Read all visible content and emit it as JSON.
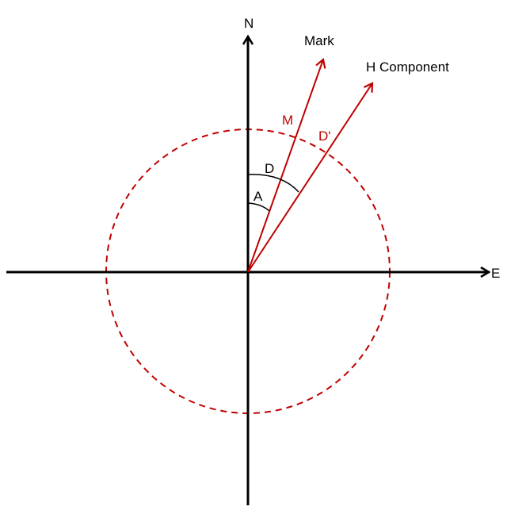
{
  "axes": {
    "north_label": "N",
    "east_label": "E"
  },
  "vectors": {
    "mark_label": "Mark",
    "h_component_label": "H Component"
  },
  "points": {
    "m_label": "M",
    "d_prime_label": "D'"
  },
  "angles": {
    "a_label": "A",
    "d_label": "D"
  },
  "colors": {
    "axis": "#000000",
    "vector": "#c00000",
    "circle": "#c00000",
    "red_label": "#c00000"
  }
}
